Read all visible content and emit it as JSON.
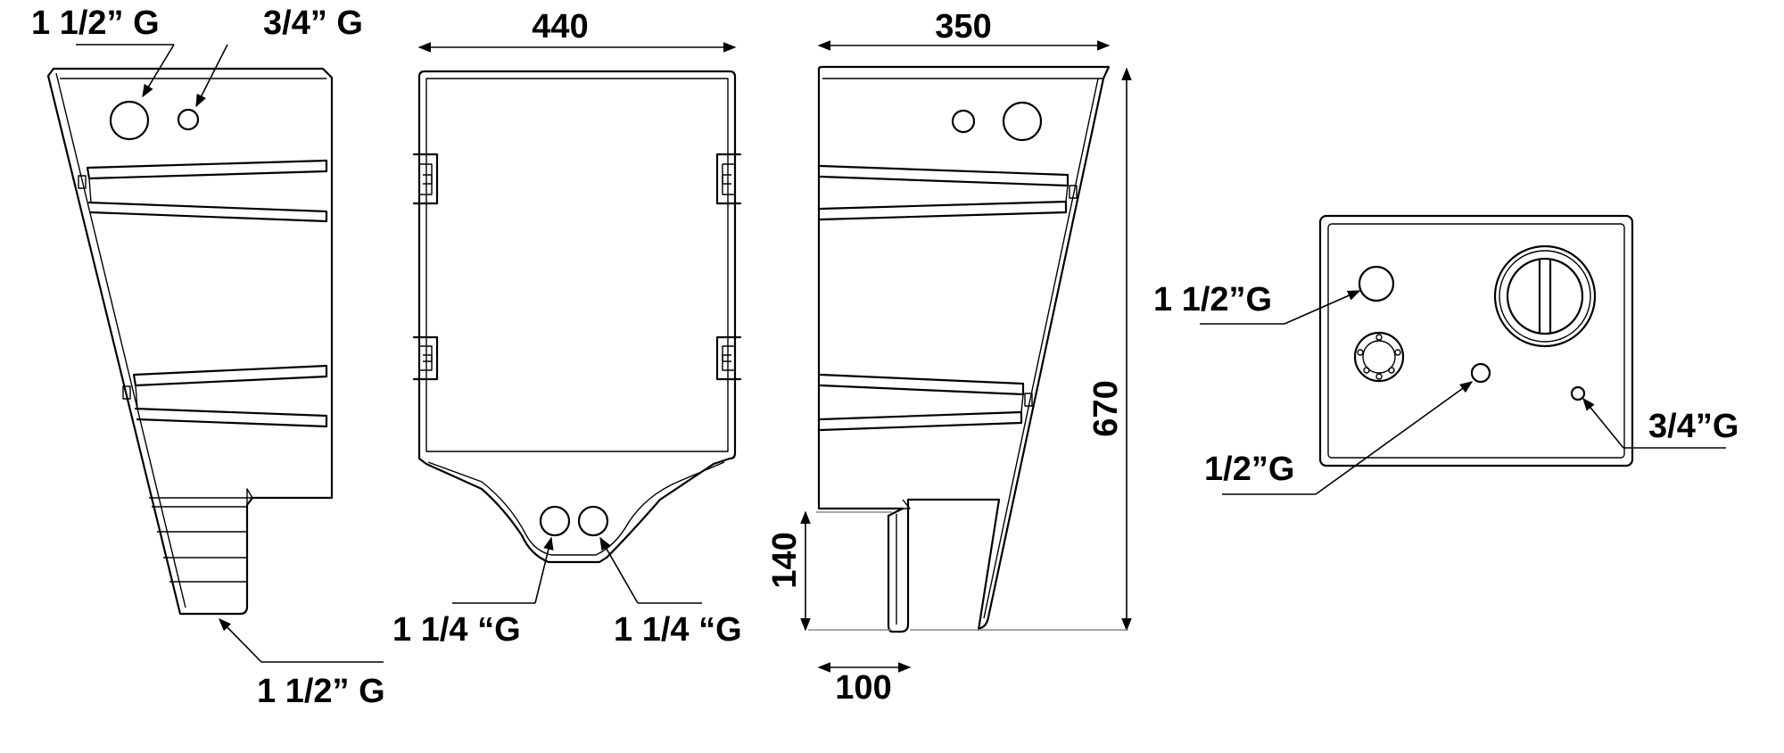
{
  "dimensions": {
    "width_front": "440",
    "width_side": "350",
    "height_total": "670",
    "height_spout": "140",
    "width_spout": "100"
  },
  "ports": {
    "side_top_large": "1 1/2” G",
    "side_top_small": "3/4” G",
    "side_bottom": "1 1/2” G",
    "front_bottom_left": "1 1/4 “G",
    "front_bottom_right": "1 1/4 “G",
    "top_large": "1 1/2”G",
    "top_medium": "1/2”G",
    "top_small": "3/4”G"
  },
  "colors": {
    "line": "#000000",
    "guide": "#8a8a8a",
    "background": "#ffffff"
  }
}
